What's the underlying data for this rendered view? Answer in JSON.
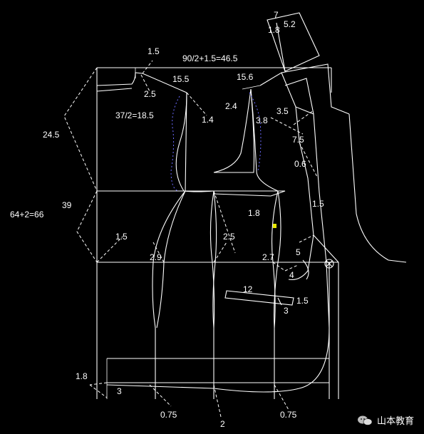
{
  "labels": {
    "m_1_5_top": "1.5",
    "chest_formula": "90/2+1.5=46.5",
    "m_15_5": "15.5",
    "m_15_6": "15.6",
    "m_2_5_neck": "2.5",
    "back_width": "37/2=18.5",
    "m_1_4": "1.4",
    "m_2_4": "2.4",
    "m_3_8": "3.8",
    "m_3_5": "3.5",
    "m_7_5": "7.5",
    "m_0_6": "0.6",
    "m_24_5": "24.5",
    "m_39": "39",
    "length_formula": "64+2=66",
    "m_1_5_side": "1.5",
    "m_1_8_mid": "1.8",
    "m_1_5_front": "1.5",
    "m_2_9": "2.9",
    "m_2_5_waist": "2.5",
    "m_2_7": "2.7",
    "m_5": "5",
    "m_4": "4",
    "m_12": "12",
    "m_1_5_pocket": "1.5",
    "m_3_pocket": "3",
    "m_1_8_hem": "1.8",
    "m_3_hem": "3",
    "m_0_75_left": "0.75",
    "m_2_hem": "2",
    "m_0_75_right": "0.75",
    "m_7_collar": "7",
    "m_1_8_collar": "1.8",
    "m_5_2_collar": "5.2"
  },
  "watermark": {
    "text": "山本教育",
    "icon": "wechat-icon"
  }
}
